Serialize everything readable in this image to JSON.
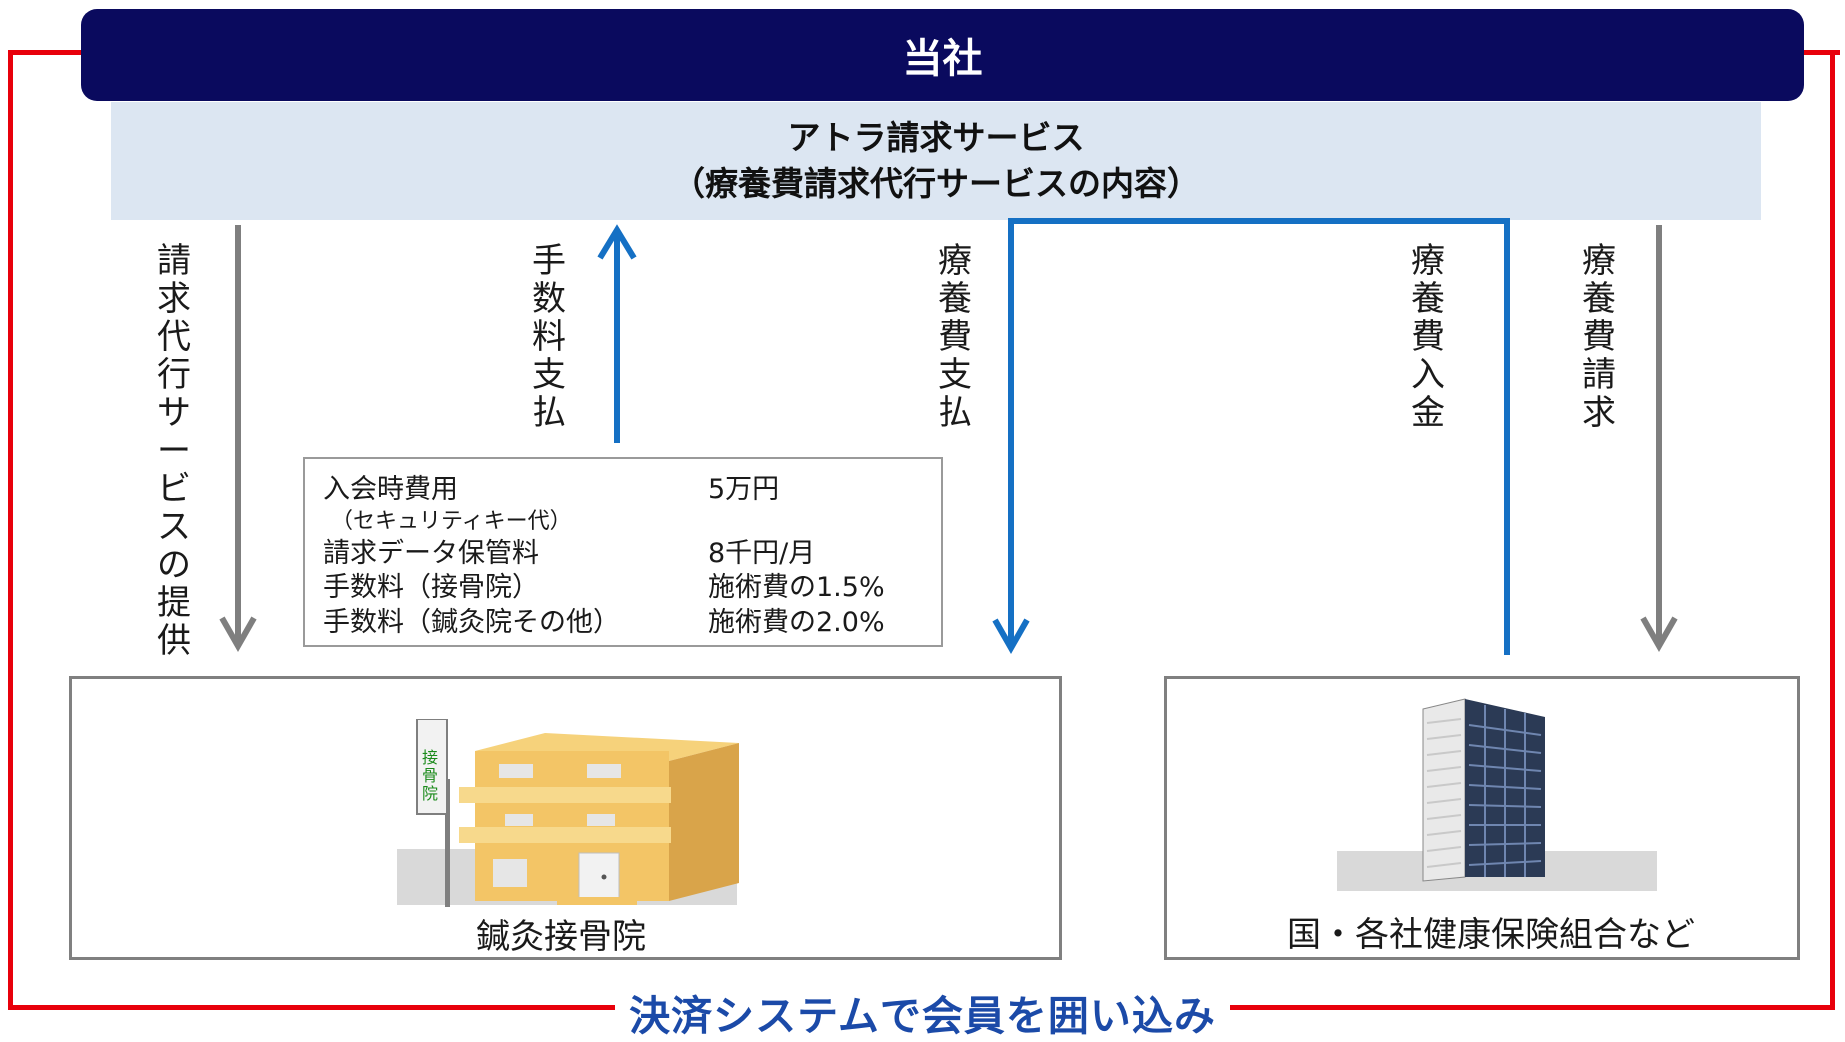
{
  "header": {
    "company": "当社"
  },
  "service": {
    "title": "アトラ請求サービス",
    "subtitle": "（療養費請求代行サービスの内容）"
  },
  "flows": {
    "billing_service": "請求代行サービスの提供",
    "fee_payment": "手数料支払",
    "treatment_payment": "療養費支払",
    "treatment_deposit": "療養費入金",
    "treatment_claim": "療養費請求"
  },
  "fees": {
    "rows": [
      {
        "label": "入会時費用",
        "value": "5万円"
      },
      {
        "label": "（セキュリティキー代）",
        "value": ""
      },
      {
        "label": "請求データ保管料",
        "value": "8千円/月"
      },
      {
        "label": "手数料（接骨院）",
        "value": "施術費の1.5%"
      },
      {
        "label": "手数料（鍼灸院その他）",
        "value": "施術費の2.0%"
      }
    ]
  },
  "clinic": {
    "label": "鍼灸接骨院",
    "sign": "接骨院"
  },
  "insurer": {
    "label": "国・各社健康保険組合など"
  },
  "footer": {
    "label": "決済システムで会員を囲い込み"
  },
  "colors": {
    "navy": "#0a0a5e",
    "band": "#dce6f2",
    "blue_arrow": "#1570c4",
    "gray_arrow": "#7f7f7f",
    "red_frame": "#e8000b",
    "footer_text": "#1b4aa8"
  }
}
